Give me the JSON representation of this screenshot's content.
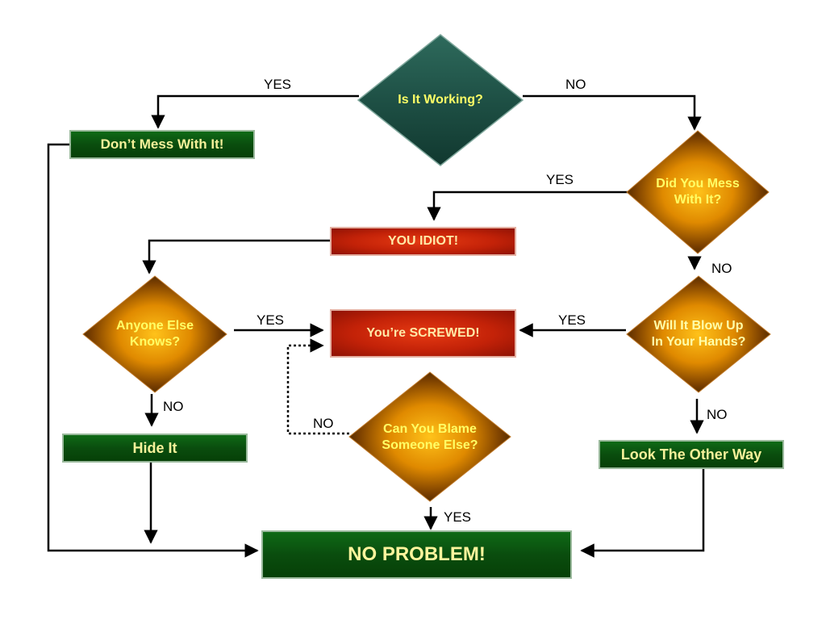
{
  "nodes": {
    "is_working": "Is It Working?",
    "dont_mess": "Don’t Mess With It!",
    "did_you_mess": [
      "Did You Mess",
      "With It?"
    ],
    "you_idiot": "YOU IDIOT!",
    "anyone_else": [
      "Anyone Else",
      "Knows?"
    ],
    "youre_screwed": "You’re SCREWED!",
    "will_it_blow": [
      "Will It Blow Up",
      "In Your Hands?"
    ],
    "hide_it": "Hide It",
    "can_you_blame": [
      "Can You Blame",
      "Someone Else?"
    ],
    "look_other_way": "Look The Other Way",
    "no_problem": "NO PROBLEM!"
  },
  "edge_labels": {
    "yes": "YES",
    "no": "NO"
  },
  "colors": {
    "teal_diamond": "#1e5045",
    "gold_diamond": "#f0a000",
    "green_box": "#0a4d0e",
    "red_box": "#c32208",
    "node_text_yellow": "#f6f19a",
    "line": "#000000"
  }
}
